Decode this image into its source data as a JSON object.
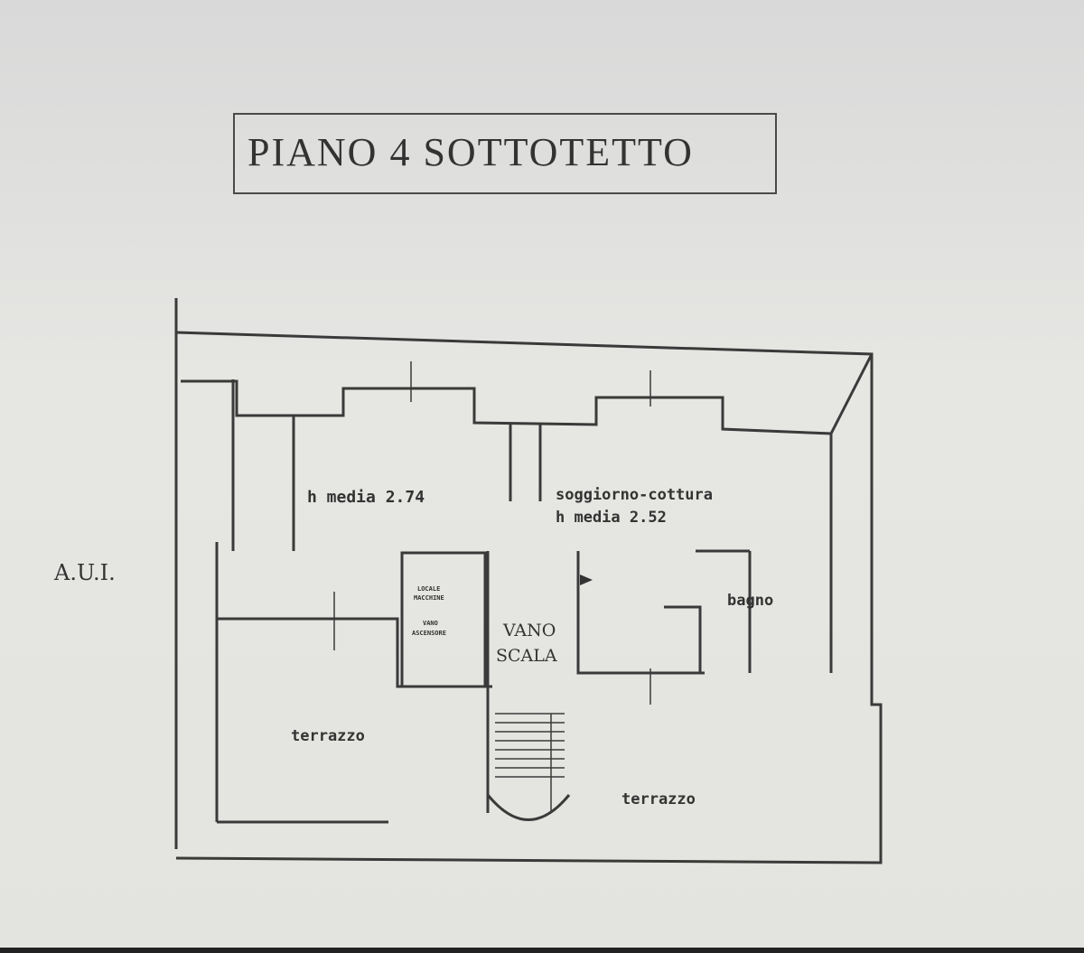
{
  "title": "PIANO 4 SOTTOTETTO",
  "labels": {
    "aui": "A.U.I.",
    "room_left_height": "h media 2.74",
    "soggiorno": "soggiorno-cottura",
    "soggiorno_height": "h media 2.52",
    "bagno": "bagno",
    "locale_macchine_1": "LOCALE",
    "locale_macchine_2": "MACCHINE",
    "vano_asc_1": "VANO",
    "vano_asc_2": "ASCENSORE",
    "vano_scala_1": "VANO",
    "vano_scala_2": "SCALA",
    "terrazzo_left": "terrazzo",
    "terrazzo_right": "terrazzo"
  }
}
